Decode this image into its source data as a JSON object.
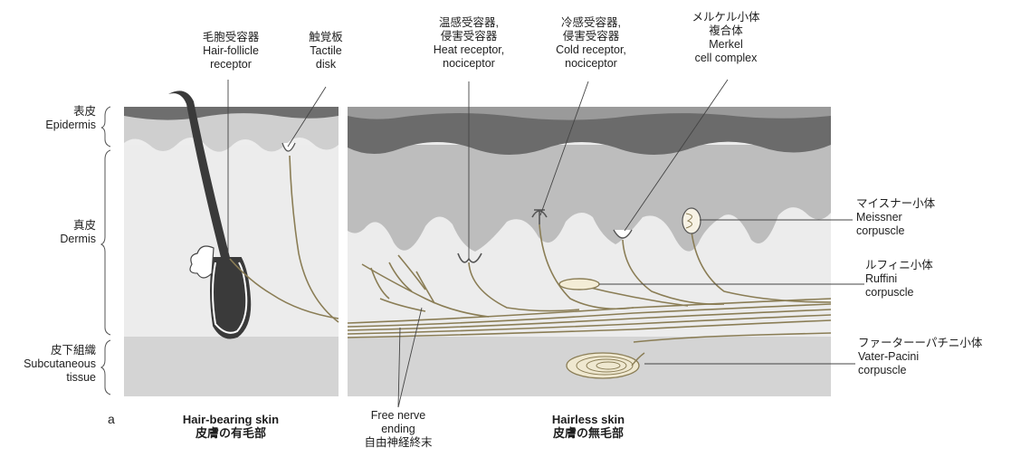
{
  "figure_letter": "a",
  "layers": {
    "epidermis": {
      "jp": "表皮",
      "en": "Epidermis"
    },
    "dermis": {
      "jp": "真皮",
      "en": "Dermis"
    },
    "subcutaneous": {
      "jp": "皮下組織",
      "en1": "Subcutaneous",
      "en2": "tissue"
    }
  },
  "receptors": {
    "hair_follicle": {
      "jp": "毛胞受容器",
      "en1": "Hair-follicle",
      "en2": "receptor"
    },
    "tactile_disk": {
      "jp": "触覚板",
      "en1": "Tactile",
      "en2": "disk"
    },
    "heat": {
      "jp1": "温感受容器,",
      "jp2": "侵害受容器",
      "en1": "Heat receptor,",
      "en2": "nociceptor"
    },
    "cold": {
      "jp1": "冷感受容器,",
      "jp2": "侵害受容器",
      "en1": "Cold receptor,",
      "en2": "nociceptor"
    },
    "merkel": {
      "jp1": "メルケル小体",
      "jp2": "複合体",
      "en1": "Merkel",
      "en2": "cell complex"
    },
    "meissner": {
      "jp": "マイスナー小体",
      "en1": "Meissner",
      "en2": "corpuscle"
    },
    "ruffini": {
      "jp": "ルフィニ小体",
      "en1": "Ruffini",
      "en2": "corpuscle"
    },
    "pacini": {
      "jp": "ファーターーパチニ小体",
      "en1": "Vater-Pacini",
      "en2": "corpuscle"
    },
    "free_nerve": {
      "en1": "Free nerve",
      "en2": "ending",
      "jp": "自由神経終末"
    }
  },
  "sections": {
    "hair_bearing": {
      "en": "Hair-bearing skin",
      "jp": "皮膚の有毛部"
    },
    "hairless": {
      "en": "Hairless skin",
      "jp": "皮膚の無毛部"
    }
  },
  "colors": {
    "epidermis_dark": "#6b6b6b",
    "epidermis_light": "#c9c9c9",
    "dermis": "#b9b9b9",
    "dermis_light": "#e9e9e9",
    "subcutaneous": "#d3d3d3",
    "nerve": "#8a7d55",
    "hair": "#3a3a3a"
  }
}
